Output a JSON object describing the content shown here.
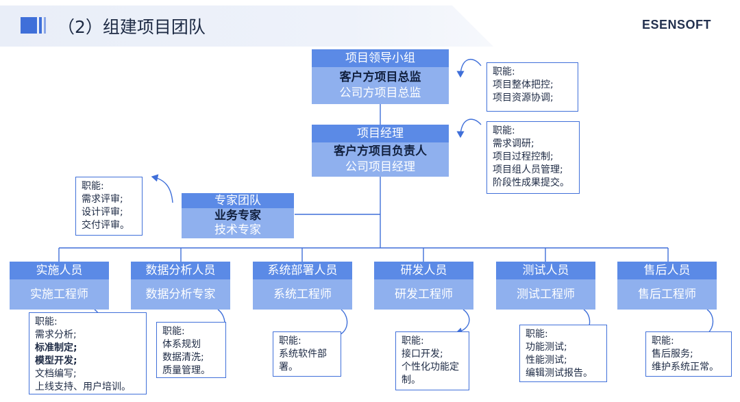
{
  "header": {
    "title": "（2）组建项目团队",
    "brand": "ESENSOFT"
  },
  "leadership": {
    "title": "项目领导小组",
    "line1": "客户方项目总监",
    "line2": "公司方项目总监",
    "duties": [
      "职能:",
      "项目整体把控;",
      "项目资源协调;"
    ]
  },
  "manager": {
    "title": "项目经理",
    "line1": "客户方项目负责人",
    "line2": "公司项目经理",
    "duties": [
      "职能:",
      "需求调研;",
      "项目过程控制;",
      "项目组人员管理;",
      "阶段性成果提交。"
    ]
  },
  "experts": {
    "title": "专家团队",
    "line1": "业务专家",
    "line2": "技术专家",
    "duties": [
      "职能:",
      "需求评审;",
      "设计评审;",
      "交付评审。"
    ]
  },
  "teams": [
    {
      "title": "实施人员",
      "role": "实施工程师",
      "duties": [
        "职能:",
        "需求分析;",
        "标准制定;",
        "模型开发;",
        "文档编写;",
        "上线支持、用户培训。"
      ]
    },
    {
      "title": "数据分析人员",
      "role": "数据分析专家",
      "duties": [
        "职能:",
        "体系规划",
        "数据清洗;",
        "质量管理。"
      ]
    },
    {
      "title": "系统部署人员",
      "role": "系统工程师",
      "duties": [
        "职能:",
        "系统软件部",
        "署。"
      ]
    },
    {
      "title": "研发人员",
      "role": "研发工程师",
      "duties": [
        "职能:",
        "接口开发;",
        "个性化功能定",
        "制。"
      ]
    },
    {
      "title": "测试人员",
      "role": "测试工程师",
      "duties": [
        "职能:",
        "功能测试;",
        "性能测试;",
        "编辑测试报告。"
      ]
    },
    {
      "title": "售后人员",
      "role": "售后工程师",
      "duties": [
        "职能:",
        "售后服务;",
        "维护系统正常。"
      ]
    }
  ],
  "colors": {
    "accent": "#3f6fd9",
    "box_top": "#5b8ae6",
    "box_bottom": "#8fb0ee"
  }
}
